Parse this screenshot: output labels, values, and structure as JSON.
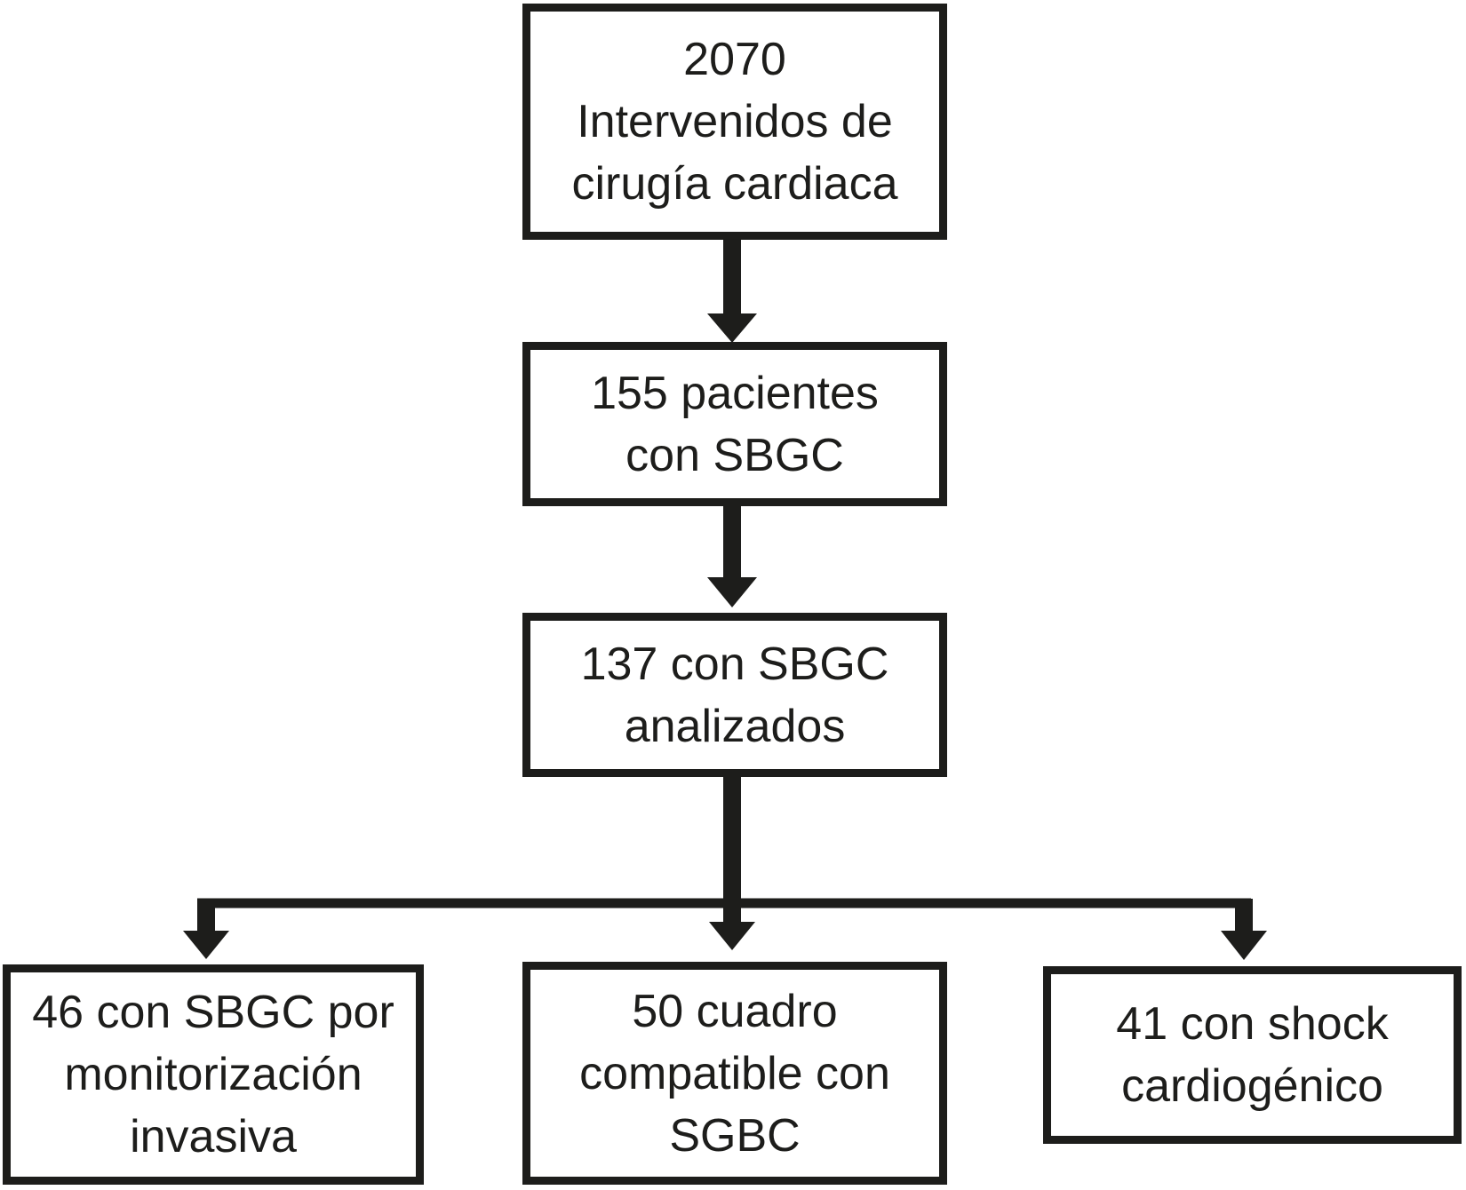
{
  "figure": {
    "type": "flowchart",
    "background": "#ffffff",
    "line_color": "#1d1d1b",
    "text_color": "#1d1d1b"
  },
  "nodes": {
    "total_surgeries": {
      "lines": [
        "2070",
        "Intervenidos de",
        "cirugía cardiaca"
      ]
    },
    "sbgc_patients": {
      "lines": [
        "155 pacientes",
        "con SBGC"
      ]
    },
    "sbgc_analyzed": {
      "lines": [
        "137 con SBGC",
        "analizados"
      ]
    },
    "invasive_monitoring": {
      "lines": [
        "46 con SBGC por",
        "monitorización",
        "invasiva"
      ]
    },
    "compatible_picture": {
      "lines": [
        "50 cuadro",
        "compatible con",
        "SGBC"
      ]
    },
    "cardiogenic_shock": {
      "lines": [
        "41 con shock",
        "cardiogénico"
      ]
    }
  },
  "edges": [
    {
      "from": "total_surgeries",
      "to": "sbgc_patients"
    },
    {
      "from": "sbgc_patients",
      "to": "sbgc_analyzed"
    },
    {
      "from": "sbgc_analyzed",
      "to": "invasive_monitoring"
    },
    {
      "from": "sbgc_analyzed",
      "to": "compatible_picture"
    },
    {
      "from": "sbgc_analyzed",
      "to": "cardiogenic_shock"
    }
  ]
}
